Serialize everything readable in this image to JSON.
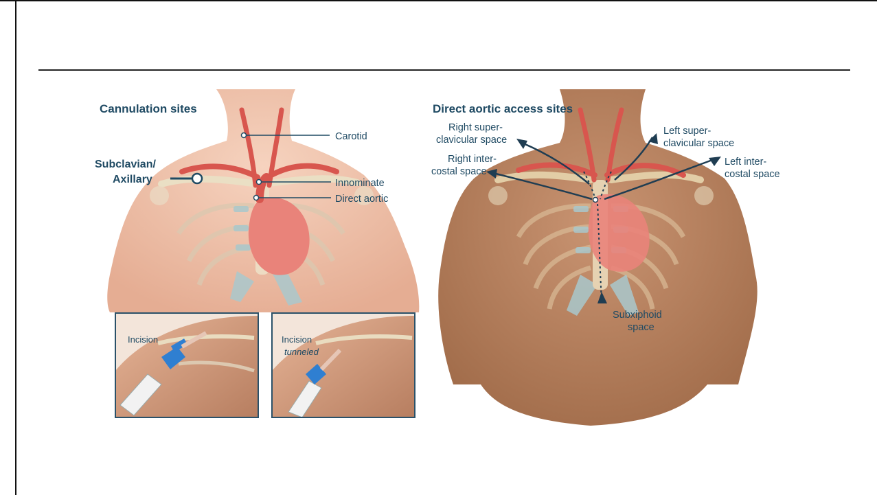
{
  "left_panel": {
    "title": "Cannulation sites",
    "labels": {
      "carotid": "Carotid",
      "subclavian_line1": "Subclavian/",
      "subclavian_line2": "Axillary",
      "innominate": "Innominate",
      "direct_aortic": "Direct aortic"
    },
    "inset_left": {
      "incision": "Incision"
    },
    "inset_right": {
      "incision": "Incision",
      "tunneled": "tunneled"
    }
  },
  "right_panel": {
    "title": "Direct aortic access sites",
    "labels": {
      "right_super_1": "Right super-",
      "right_super_2": "clavicular space",
      "right_inter_1": "Right inter-",
      "right_inter_2": "costal space",
      "left_super_1": "Left super-",
      "left_super_2": "clavicular space",
      "left_inter_1": "Left inter-",
      "left_inter_2": "costal space",
      "subxiphoid_1": "Subxiphoid",
      "subxiphoid_2": "space"
    }
  },
  "colors": {
    "label": "#1f4a63",
    "skin_light": "#f1c7b0",
    "skin_dark": "#b9805c",
    "artery": "#d8564e",
    "heart": "#e9837a",
    "bone": "#e9dcc0",
    "cartilage": "#a9c8cc",
    "inset_border": "#2a5169",
    "device_blue": "#2f7fd1"
  }
}
